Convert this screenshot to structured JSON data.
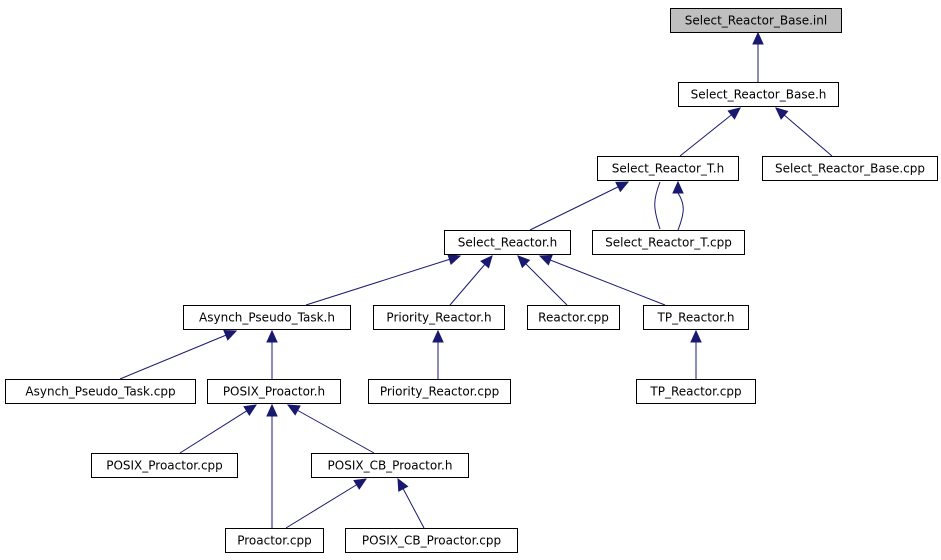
{
  "diagram": {
    "nodes": [
      {
        "id": "n0",
        "label": "Select_Reactor_Base.inl",
        "root": true
      },
      {
        "id": "n1",
        "label": "Select_Reactor_Base.h"
      },
      {
        "id": "n2",
        "label": "Select_Reactor_T.h"
      },
      {
        "id": "n3",
        "label": "Select_Reactor_Base.cpp"
      },
      {
        "id": "n4",
        "label": "Select_Reactor.h"
      },
      {
        "id": "n5",
        "label": "Select_Reactor_T.cpp"
      },
      {
        "id": "n6",
        "label": "Asynch_Pseudo_Task.h"
      },
      {
        "id": "n7",
        "label": "Priority_Reactor.h"
      },
      {
        "id": "n8",
        "label": "Reactor.cpp"
      },
      {
        "id": "n9",
        "label": "TP_Reactor.h"
      },
      {
        "id": "n10",
        "label": "Asynch_Pseudo_Task.cpp"
      },
      {
        "id": "n11",
        "label": "POSIX_Proactor.h"
      },
      {
        "id": "n12",
        "label": "Priority_Reactor.cpp"
      },
      {
        "id": "n13",
        "label": "TP_Reactor.cpp"
      },
      {
        "id": "n14",
        "label": "POSIX_Proactor.cpp"
      },
      {
        "id": "n15",
        "label": "POSIX_CB_Proactor.h"
      },
      {
        "id": "n16",
        "label": "Proactor.cpp"
      },
      {
        "id": "n17",
        "label": "POSIX_CB_Proactor.cpp"
      }
    ],
    "edges": [
      {
        "from": "n1",
        "to": "n0"
      },
      {
        "from": "n2",
        "to": "n1"
      },
      {
        "from": "n3",
        "to": "n1"
      },
      {
        "from": "n4",
        "to": "n2"
      },
      {
        "from": "n5",
        "to": "n2"
      },
      {
        "from": "n2",
        "to": "n5"
      },
      {
        "from": "n6",
        "to": "n4"
      },
      {
        "from": "n7",
        "to": "n4"
      },
      {
        "from": "n8",
        "to": "n4"
      },
      {
        "from": "n9",
        "to": "n4"
      },
      {
        "from": "n10",
        "to": "n6"
      },
      {
        "from": "n11",
        "to": "n6"
      },
      {
        "from": "n12",
        "to": "n7"
      },
      {
        "from": "n13",
        "to": "n9"
      },
      {
        "from": "n14",
        "to": "n11"
      },
      {
        "from": "n15",
        "to": "n11"
      },
      {
        "from": "n16",
        "to": "n11"
      },
      {
        "from": "n16",
        "to": "n15"
      },
      {
        "from": "n17",
        "to": "n15"
      }
    ]
  }
}
